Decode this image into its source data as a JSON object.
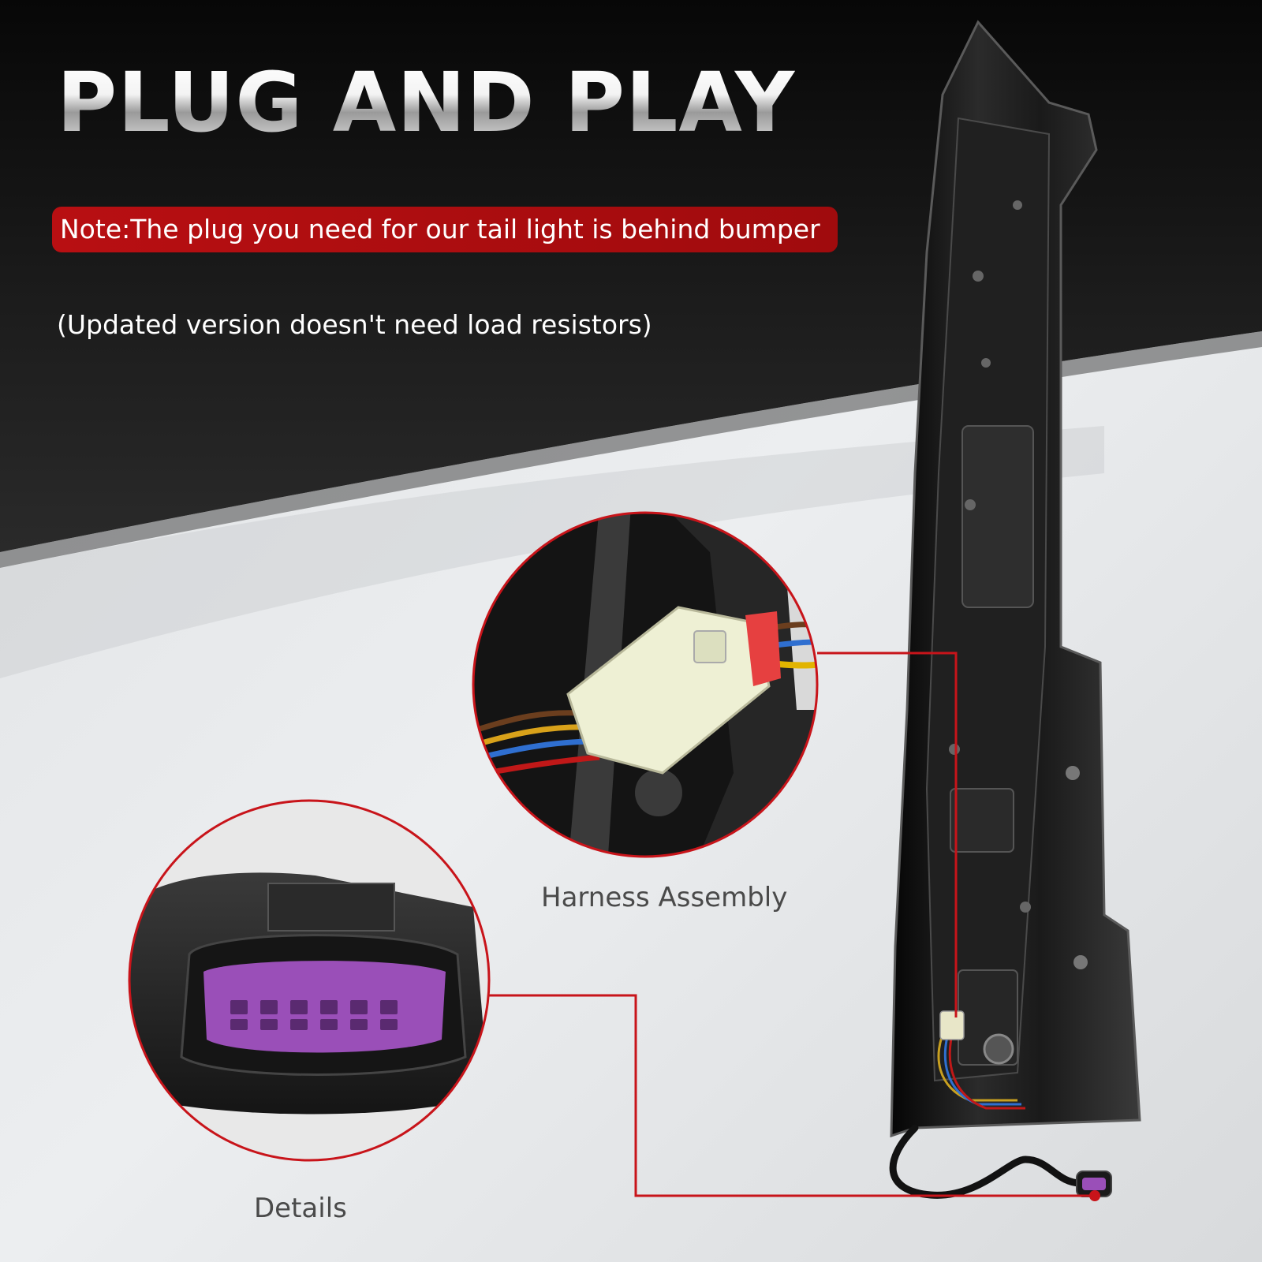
{
  "title": "PLUG AND PLAY",
  "note": "Note:The plug you need for our tail light is behind bumper",
  "subnote": "(Updated version doesn't need load resistors)",
  "captions": {
    "harness": "Harness Assembly",
    "details": "Details"
  },
  "colors": {
    "accent_red": "#b80f12",
    "callout_red": "#c8141a",
    "dark_bg": "#111111",
    "light_bg": "#e4e6e8",
    "connector_purple": "#9a4fb8",
    "housing_black": "#1a1a1a"
  },
  "icons": {
    "product": "tail-light-housing",
    "zoom1": "harness-connector-closeup",
    "zoom2": "plug-socket-closeup"
  }
}
